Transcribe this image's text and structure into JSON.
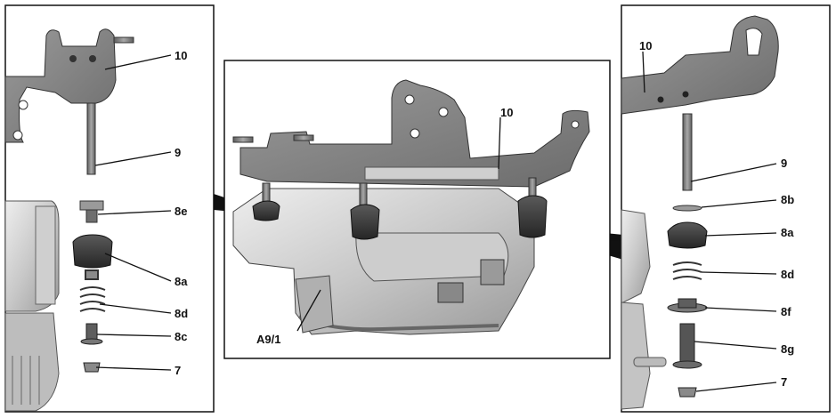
{
  "colors": {
    "background": "#ffffff",
    "frame": "#111111",
    "metal_light": "#d9d9d9",
    "metal_mid": "#b4b4b4",
    "metal_dark": "#7a7a7a",
    "rubber": "#3a3a3a",
    "line": "#222222"
  },
  "left_panel": {
    "labels": {
      "l10": "10",
      "l9": "9",
      "l8e": "8e",
      "l8a": "8a",
      "l8d": "8d",
      "l8c": "8c",
      "l7": "7"
    }
  },
  "center_panel": {
    "labels": {
      "l10": "10",
      "la91": "A9/1"
    }
  },
  "right_panel": {
    "labels": {
      "l10": "10",
      "l9": "9",
      "l8b": "8b",
      "l8a": "8a",
      "l8d": "8d",
      "l8f": "8f",
      "l8g": "8g",
      "l7": "7"
    }
  }
}
